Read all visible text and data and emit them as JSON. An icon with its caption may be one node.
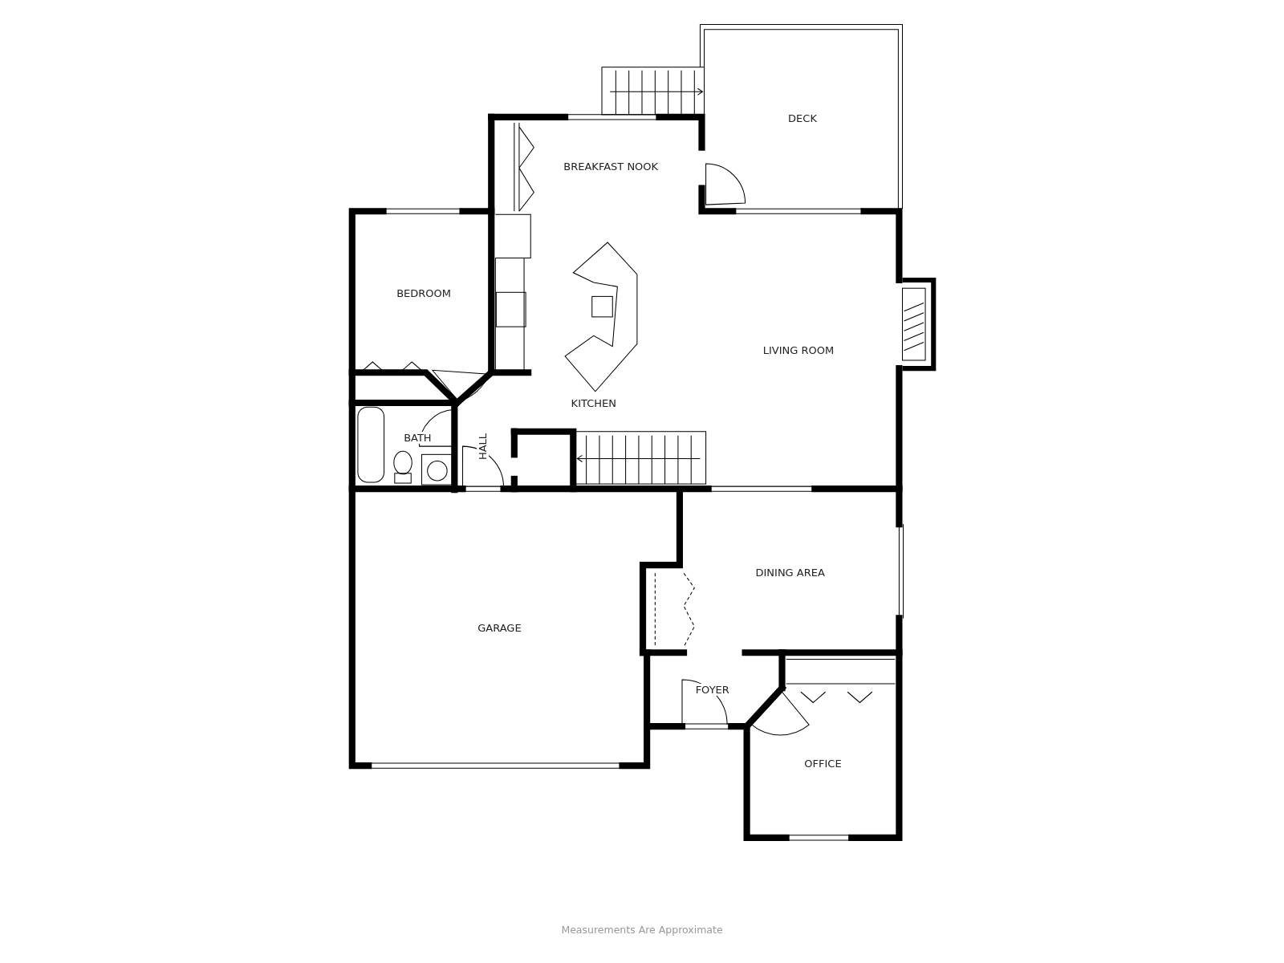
{
  "diagram": {
    "caption": "Measurements Are Approximate",
    "nodes": [
      {
        "text": [
          "DECK"
        ]
      },
      {
        "text": [
          "BREAKFAST NOOK"
        ]
      },
      {
        "text": [
          "BEDROOM"
        ]
      },
      {
        "text": [
          "LIVING ROOM"
        ]
      },
      {
        "text": [
          "KITCHEN"
        ]
      },
      {
        "text": [
          "BATH"
        ]
      },
      {
        "text": [
          "HALL"
        ]
      },
      {
        "text": [
          "GARAGE"
        ]
      },
      {
        "text": [
          "DINING AREA"
        ]
      },
      {
        "text": [
          "FOYER"
        ]
      },
      {
        "text": [
          "OFFICE"
        ]
      }
    ],
    "edges": []
  }
}
